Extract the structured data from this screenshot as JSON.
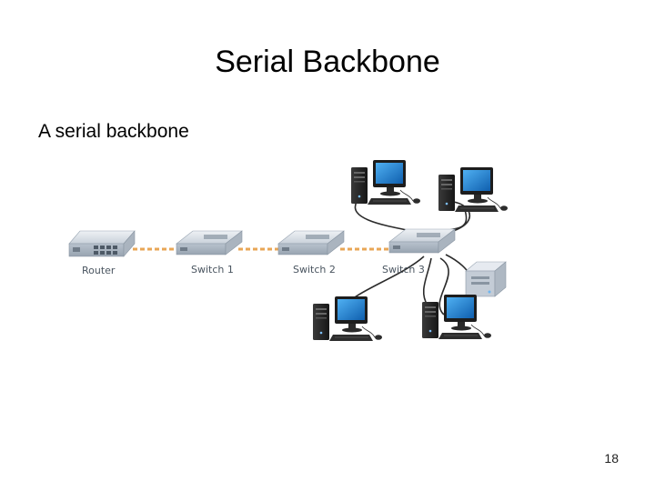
{
  "slide": {
    "title": "Serial Backbone",
    "bullet": "A serial backbone",
    "page_number": "18"
  },
  "diagram": {
    "labels": {
      "router": "Router",
      "switch1": "Switch 1",
      "switch2": "Switch 2",
      "switch3": "Switch 3"
    }
  },
  "colors": {
    "chain_link": "#e8a656",
    "device_body": "#d7dde4",
    "monitor_screen": "#1b7fd1",
    "cable": "#2b2b2b"
  }
}
